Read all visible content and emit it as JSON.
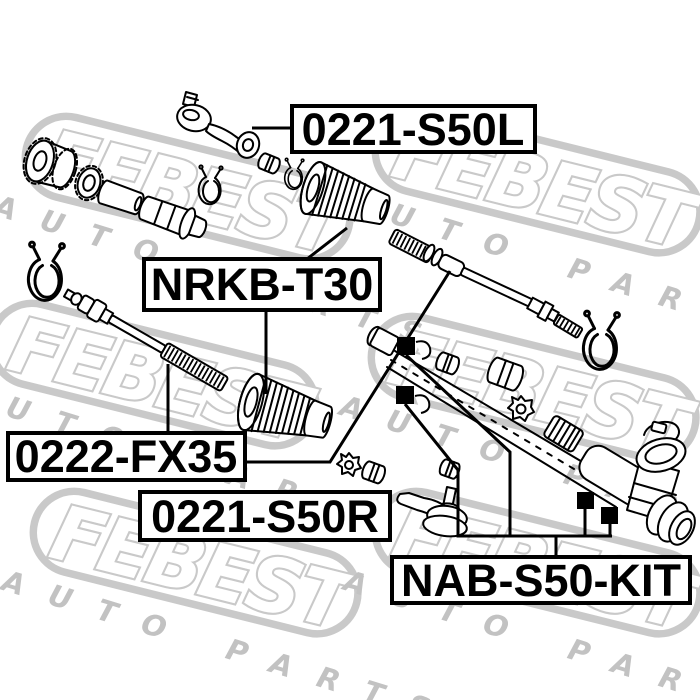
{
  "background": "#ffffff",
  "line_color": "#000000",
  "watermark": {
    "brand": "FEBEST",
    "tagline": "AUTO PARTS",
    "color": "#c9c9c9"
  },
  "labels": [
    {
      "id": "tie-rod-end-left",
      "text": "0221-S50L"
    },
    {
      "id": "steering-boot-kit",
      "text": "NRKB-T30"
    },
    {
      "id": "inner-tie-rod",
      "text": "0222-FX35"
    },
    {
      "id": "tie-rod-end-right",
      "text": "0221-S50R"
    },
    {
      "id": "rack-bushing-kit",
      "text": "NAB-S50-KIT"
    }
  ]
}
